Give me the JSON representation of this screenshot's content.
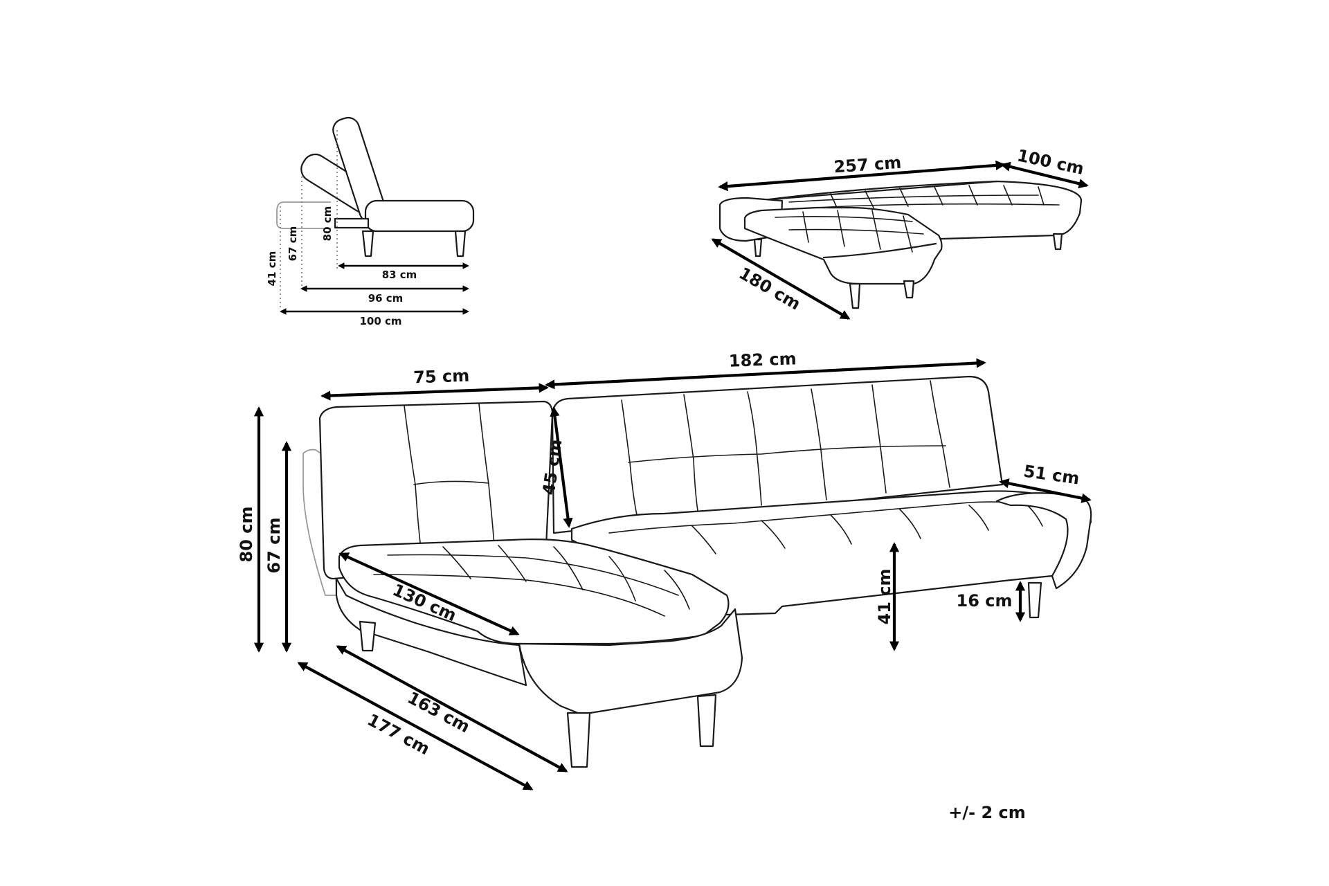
{
  "side_view": {
    "height_backrest": "80 cm",
    "height_upright": "67 cm",
    "height_seat": "41 cm",
    "depth_seat": "83 cm",
    "depth_mid": "96 cm",
    "depth_reclined": "100 cm"
  },
  "top_view": {
    "length_total": "257  cm",
    "depth": "100 cm",
    "chaise_length": "180 cm"
  },
  "front_view": {
    "chaise_width": "75 cm",
    "sofa_width": "182 cm",
    "back_height": "45 cm",
    "armrest_depth": "51 cm",
    "height_total": "80 cm",
    "height_back": "67 cm",
    "chaise_seat_length": "130 cm",
    "chaise_length_inner": "163 cm",
    "chaise_length_outer": "177 cm",
    "seat_height": "41 cm",
    "leg_height": "16 cm"
  },
  "tolerance": "+/- 2 cm"
}
